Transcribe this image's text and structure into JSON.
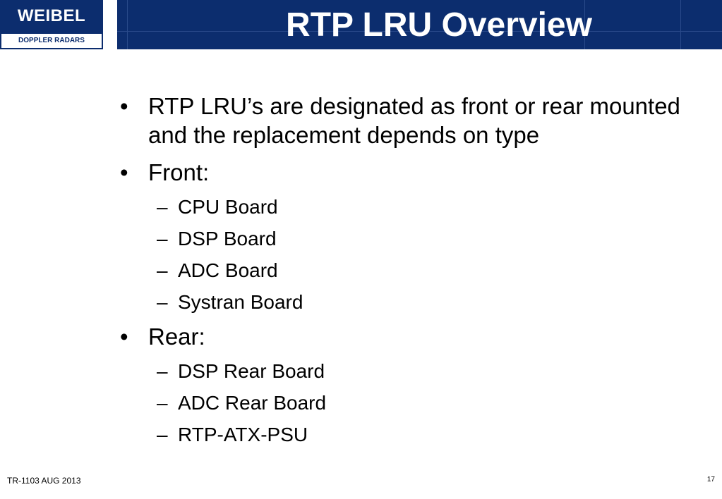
{
  "logo": {
    "brand": "WEIBEL",
    "tagline": "DOPPLER RADARS"
  },
  "title": "RTP LRU Overview",
  "bullets": [
    {
      "text": "RTP LRU’s are designated as front or rear mounted and the replacement depends on type"
    },
    {
      "text": "Front:"
    },
    {
      "text": "Rear:"
    }
  ],
  "sub_front": [
    {
      "text": "CPU Board"
    },
    {
      "text": "DSP Board"
    },
    {
      "text": "ADC Board"
    },
    {
      "text": "Systran Board"
    }
  ],
  "sub_rear": [
    {
      "text": "DSP Rear Board"
    },
    {
      "text": "ADC Rear Board"
    },
    {
      "text": "RTP-ATX-PSU"
    }
  ],
  "markers": {
    "bullet": "•",
    "dash": "–"
  },
  "footer": {
    "left": "TR-1103 AUG 2013",
    "page_number": "17"
  },
  "colors": {
    "brand_navy": "#0c2d6e",
    "grid_line": "#2a4a8a"
  }
}
